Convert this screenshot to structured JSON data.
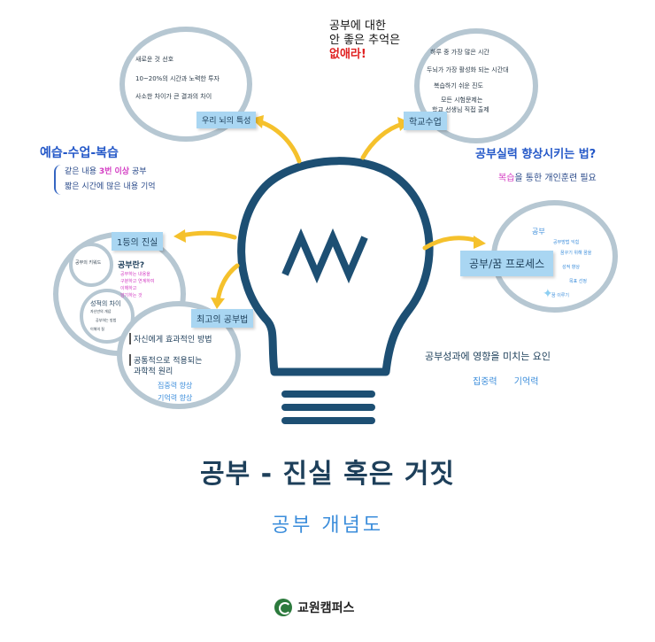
{
  "header_note": {
    "line1": "공부에 대한",
    "line2": "안 좋은 추억은",
    "line3": "없애라!"
  },
  "top_left_circle": {
    "lines": [
      "새로운 것 선호",
      "10~20%의 시간과 노력한 투자",
      "사소한 차이가 큰 결과의 차이"
    ],
    "label": "우리 뇌의 특성"
  },
  "top_right_circle": {
    "lines": [
      "하루 중 가장 많은 시간",
      "두뇌가 가장 활성화 되는 시간대",
      "복습하기 쉬운 진도",
      "모든 시험문제는",
      "학교 선생님 직접 출제"
    ],
    "label": "학교수업"
  },
  "left_note": {
    "heading": "예습-수업-복습",
    "line1_pre": "같은 내용 ",
    "line1_em": "3번 이상",
    "line1_post": " 공부",
    "line2": "짧은 시간에 많은 내용 기억"
  },
  "right_note": {
    "heading": "공부실력 향상시키는 법?",
    "line_em": "복습",
    "line_post": "을 통한 개인훈련 필요"
  },
  "rank_cluster": {
    "label": "1등의 진실",
    "small_circle": "공부의 키워드",
    "question": "공부란?",
    "q_lines": [
      "공부하는 내용을",
      "구분하고 연계하여",
      "이해하고",
      "암기하는 것"
    ],
    "diff_title": "성적의 차이",
    "diff_lines": [
      "자신만의 개념",
      "공부하는 방법",
      "이해의 질"
    ]
  },
  "best_method": {
    "label": "최고의 공부법",
    "line1": "자신에게 효과적인 방법",
    "line2a": "공통적으로 적용되는",
    "line2b": "과학적 원리",
    "line3": "집중력 향상",
    "line4": "기억력 향상"
  },
  "process": {
    "label": "공부/꿈 프로세스",
    "items": [
      "공부",
      "공부방법 익힘",
      "꿈꾸기 위해 꿈을",
      "성적 향상",
      "목표 선정",
      "꿈 이루기"
    ]
  },
  "factors": {
    "heading": "공부성과에 영향을 미치는 요인",
    "item1": "집중력",
    "item2": "기억력"
  },
  "main_title": "공부 - 진실 혹은 거짓",
  "sub_title": "공부 개념도",
  "footer": {
    "brand": "교원캠퍼스"
  },
  "colors": {
    "bulb": "#1d4f73",
    "ring": "#b6c7d2",
    "arrow": "#f5c12c",
    "accent": "#3b8ddb",
    "pink": "#d33cc3",
    "red": "#e02020"
  }
}
